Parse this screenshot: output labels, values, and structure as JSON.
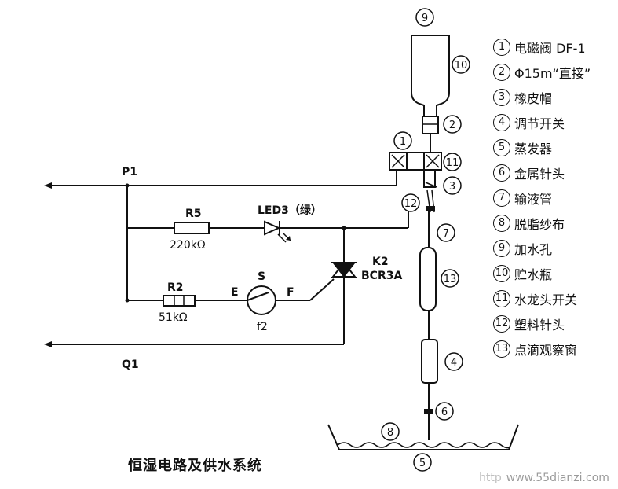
{
  "circuit": {
    "p1": "P1",
    "q1": "Q1",
    "r5": {
      "name": "R5",
      "value": "220kΩ"
    },
    "led": "LED3（绿）",
    "r2": {
      "name": "R2",
      "value": "51kΩ"
    },
    "switch_labels": {
      "e": "E",
      "s": "S",
      "f": "F",
      "name": "f2"
    },
    "triac": {
      "name": "K2",
      "model": "BCR3A"
    }
  },
  "callouts": [
    "1",
    "2",
    "3",
    "4",
    "5",
    "6",
    "7",
    "8",
    "9",
    "10",
    "11",
    "12",
    "13"
  ],
  "legend": [
    {
      "num": "1",
      "text": "电磁阀 DF-1"
    },
    {
      "num": "2",
      "text": "Φ15m“直接”"
    },
    {
      "num": "3",
      "text": "橡皮帽"
    },
    {
      "num": "4",
      "text": "调节开关"
    },
    {
      "num": "5",
      "text": "蒸发器"
    },
    {
      "num": "6",
      "text": "金属针头"
    },
    {
      "num": "7",
      "text": "输液管"
    },
    {
      "num": "8",
      "text": "脱脂纱布"
    },
    {
      "num": "9",
      "text": "加水孔"
    },
    {
      "num": "10",
      "text": "贮水瓶"
    },
    {
      "num": "11",
      "text": "水龙头开关"
    },
    {
      "num": "12",
      "text": "塑料针头"
    },
    {
      "num": "13",
      "text": "点滴观察窗"
    }
  ],
  "caption": "恒湿电路及供水系统",
  "watermark": {
    "prefix": "http",
    "url": "www.55dianzi.com"
  }
}
